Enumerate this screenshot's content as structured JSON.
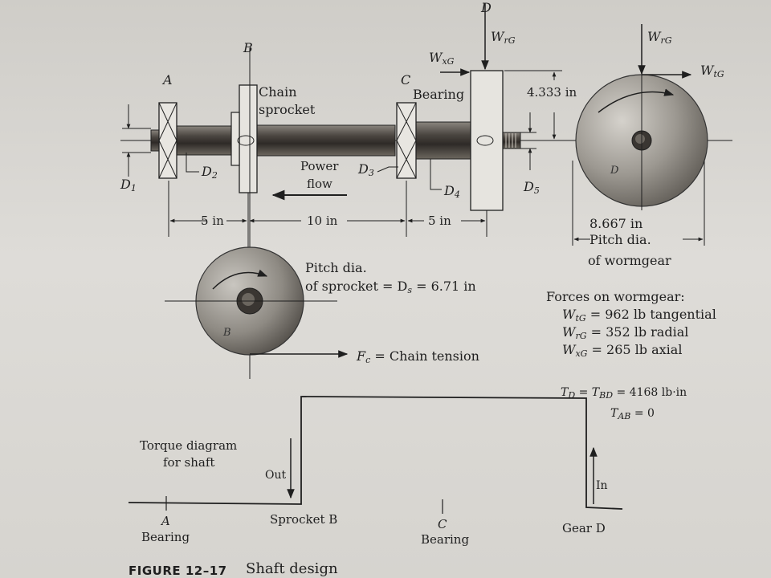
{
  "figure": {
    "number": "FIGURE 12–17",
    "title": "Shaft design"
  },
  "points": {
    "A": "A",
    "B": "B",
    "C": "C",
    "D": "D"
  },
  "components": {
    "chain": "Chain",
    "sprocket": "sprocket",
    "bearing": "Bearing",
    "power": "Power",
    "flow": "flow"
  },
  "diameters": [
    "D",
    "D",
    "D",
    "D",
    "D"
  ],
  "diameter_subs": [
    "1",
    "2",
    "3",
    "4",
    "5"
  ],
  "dimensions": {
    "ab": "5 in",
    "bc": "10 in",
    "cd": "5 in",
    "offset": "4.333 in",
    "worm_pitch_value": "8.667 in",
    "worm_pitch_label": "Pitch dia.",
    "worm_pitch_of": "of wormgear"
  },
  "sprocket_info": {
    "line1": "Pitch dia.",
    "line2": "of sprocket = D",
    "sub": "s",
    "value": " = 6.71 in"
  },
  "chain_tension": {
    "symbol": "F",
    "sub": "c",
    "label": " = Chain tension"
  },
  "force_symbols": {
    "wrg": "W",
    "wrg_sub": "rG",
    "wxg": "W",
    "wxg_sub": "xG",
    "wtg": "W",
    "wtg_sub": "tG"
  },
  "forces": {
    "heading": "Forces on wormgear:",
    "rows": [
      {
        "sym": "W",
        "sub": "tG",
        "text": " = 962 lb tangential"
      },
      {
        "sym": "W",
        "sub": "rG",
        "text": " = 352 lb radial"
      },
      {
        "sym": "W",
        "sub": "xG",
        "text": " = 265 lb axial"
      }
    ]
  },
  "torque_values": {
    "td": "T",
    "td_sub": "D",
    "mid": " = T",
    "tbd_sub": "BD",
    "td_val": " = 4168 lb·in",
    "tab": "T",
    "tab_sub": "AB",
    "tab_val": " = 0"
  },
  "torque_diagram": {
    "title_line1": "Torque diagram",
    "title_line2": "for shaft",
    "out": "Out",
    "in": "In"
  },
  "axis_labels": {
    "a_letter": "A",
    "a_name": "Bearing",
    "b_name": "Sprocket B",
    "c_letter": "C",
    "c_name": "Bearing",
    "d_name": "Gear D"
  }
}
